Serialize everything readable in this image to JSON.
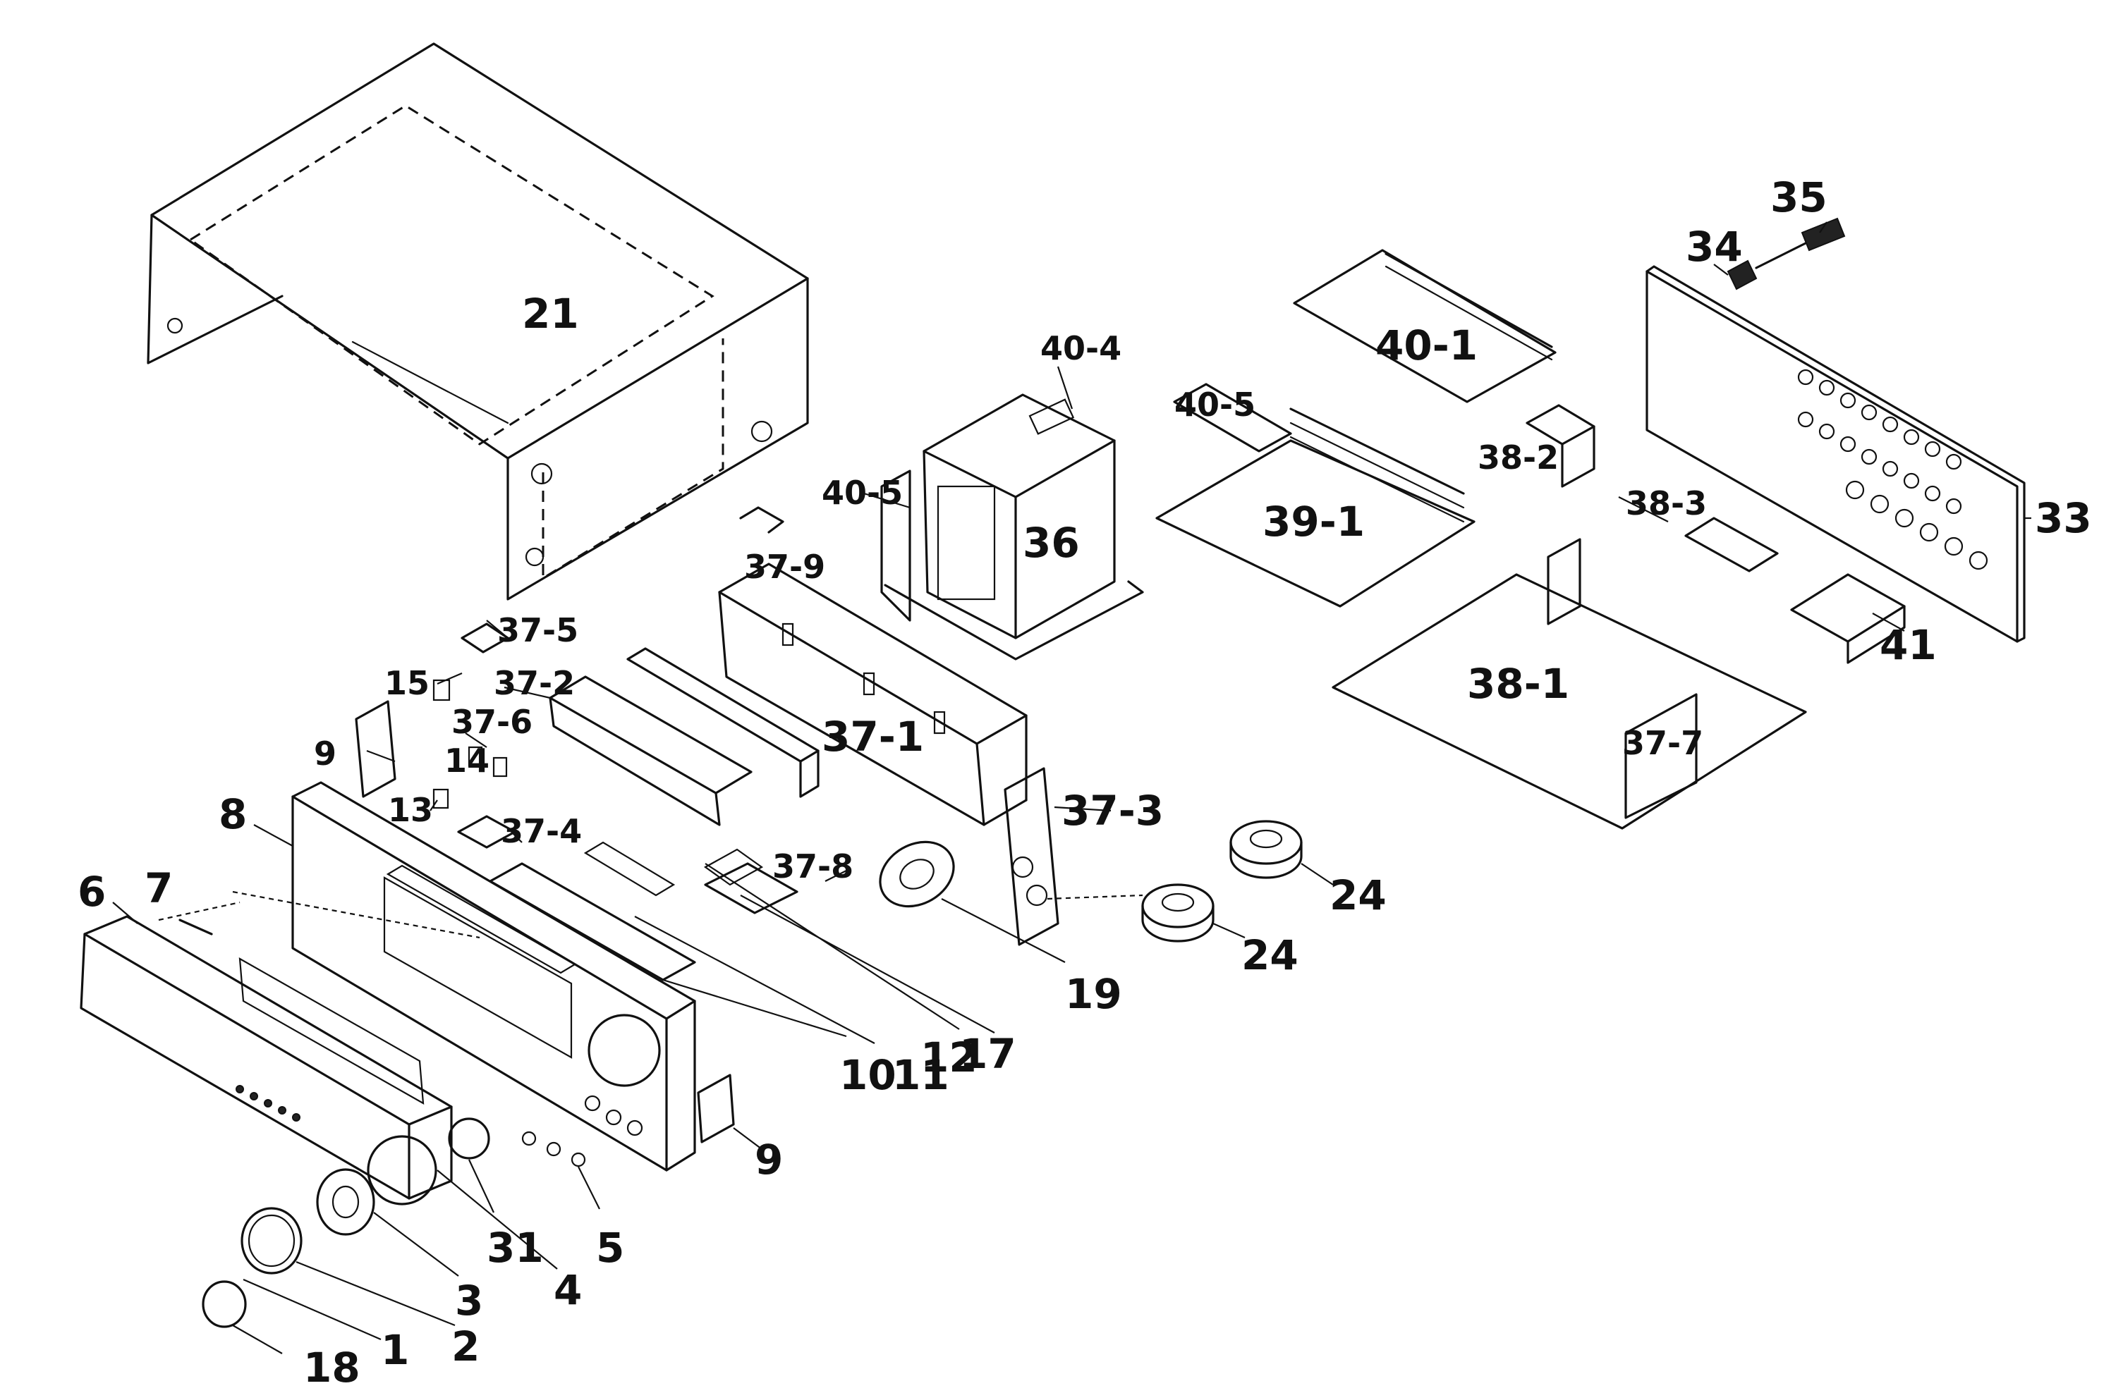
{
  "callouts": {
    "c21": "21",
    "c40_4": "40-4",
    "c40_5a": "40-5",
    "c40_5b": "40-5",
    "c36": "36",
    "c37_9": "37-9",
    "c40_1": "40-1",
    "c39_1": "39-1",
    "c38_2": "38-2",
    "c38_3": "38-3",
    "c34": "34",
    "c35": "35",
    "c33": "33",
    "c41": "41",
    "c38_1": "38-1",
    "c37_7": "37-7",
    "c37_5": "37-5",
    "c15": "15",
    "c37_2": "37-2",
    "c37_6": "37-6",
    "c37_1": "37-1",
    "c9a": "9",
    "c14": "14",
    "c13": "13",
    "c37_4": "37-4",
    "c37_3": "37-3",
    "c8": "8",
    "c7": "7",
    "c6": "6",
    "c37_8": "37-8",
    "c24a": "24",
    "c24b": "24",
    "c19": "19",
    "c12": "12",
    "c17": "17",
    "c10": "10",
    "c11": "11",
    "c9b": "9",
    "c31": "31",
    "c5": "5",
    "c3": "3",
    "c4": "4",
    "c2": "2",
    "c1": "1",
    "c18": "18"
  }
}
